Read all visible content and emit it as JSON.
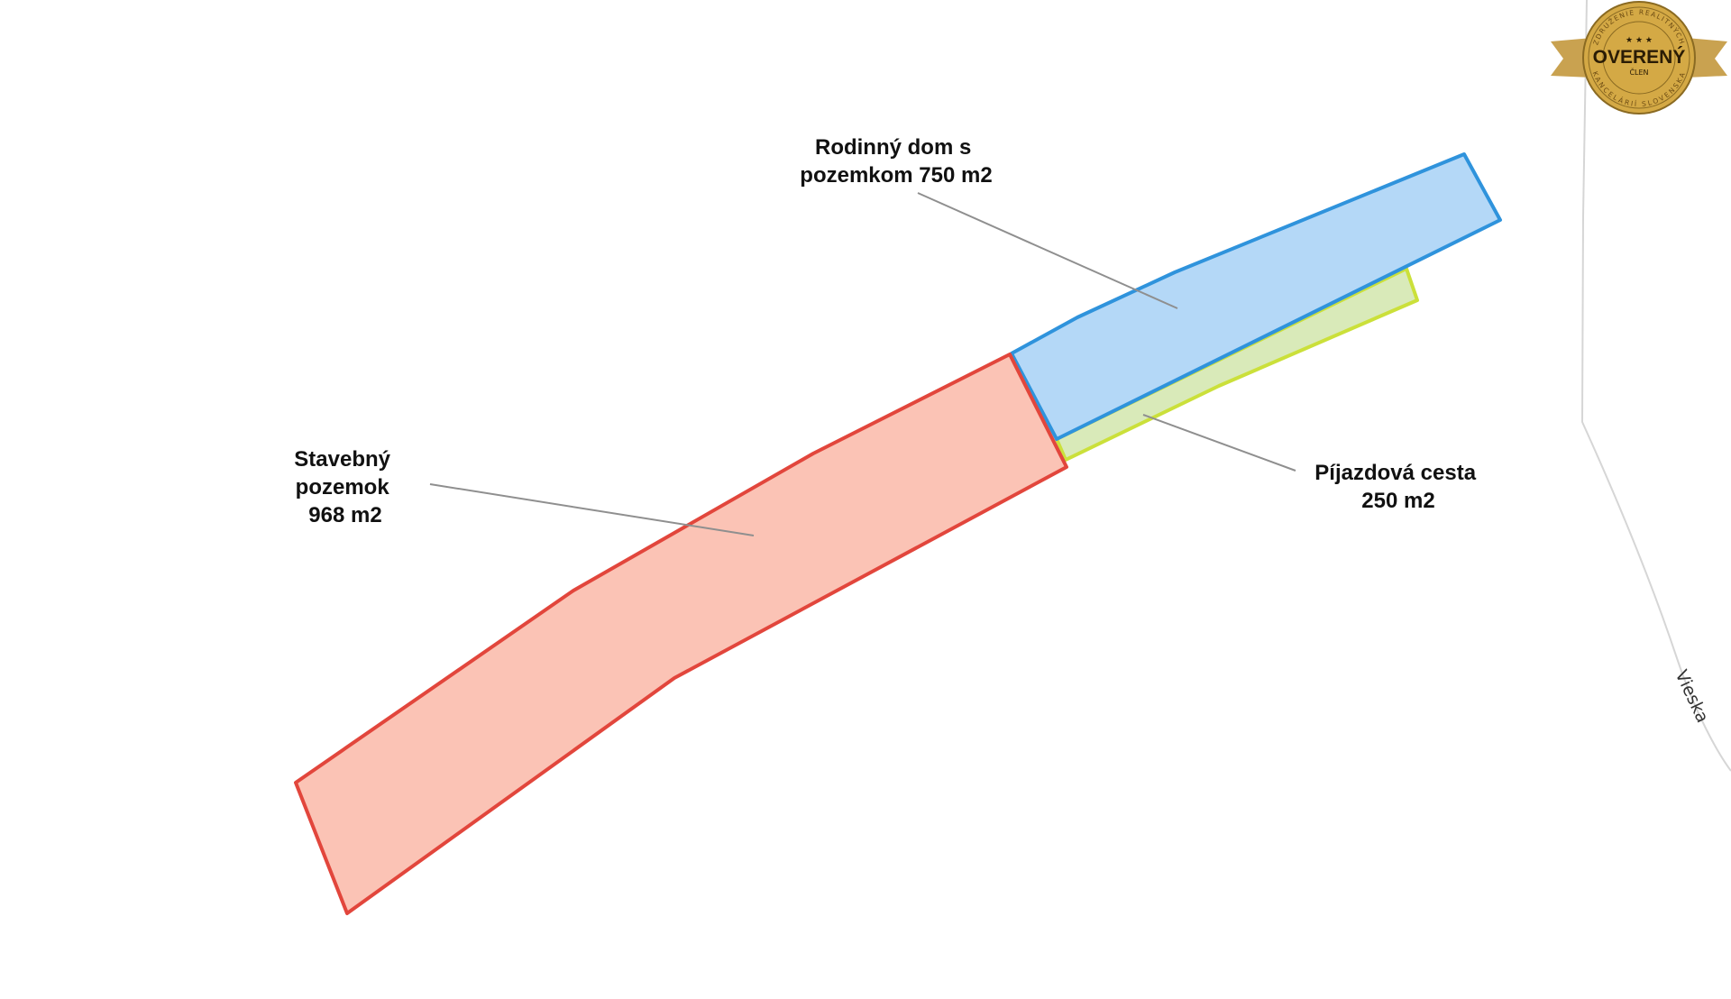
{
  "parcels": {
    "stavebny": {
      "label_lines": [
        "Stavebný",
        "pozemok",
        "968 m2"
      ],
      "fill": "#fbc3b5",
      "stroke": "#e2463c"
    },
    "rodinny_dom": {
      "label_lines": [
        "Rodinný dom s",
        "pozemkom 750 m2"
      ],
      "fill": "#b4d8f7",
      "stroke": "#2f93dc"
    },
    "prijazdova": {
      "label_lines": [
        "Píjazdová cesta",
        "250 m2"
      ],
      "fill": "#d9eab9",
      "stroke": "#cbe03a"
    }
  },
  "road": {
    "name": "Vieska"
  },
  "badge": {
    "icon": "verified-member-seal-icon",
    "main_text": "OVERENÝ",
    "sub_text": "ČLEN",
    "ring_top": "ZDRUŽENIE REALITNÝCH",
    "ring_bottom": "KANCELÁRIÍ SLOVENSKA",
    "colors": {
      "gold": "#d4a945",
      "ribbon": "#c9a250"
    }
  }
}
